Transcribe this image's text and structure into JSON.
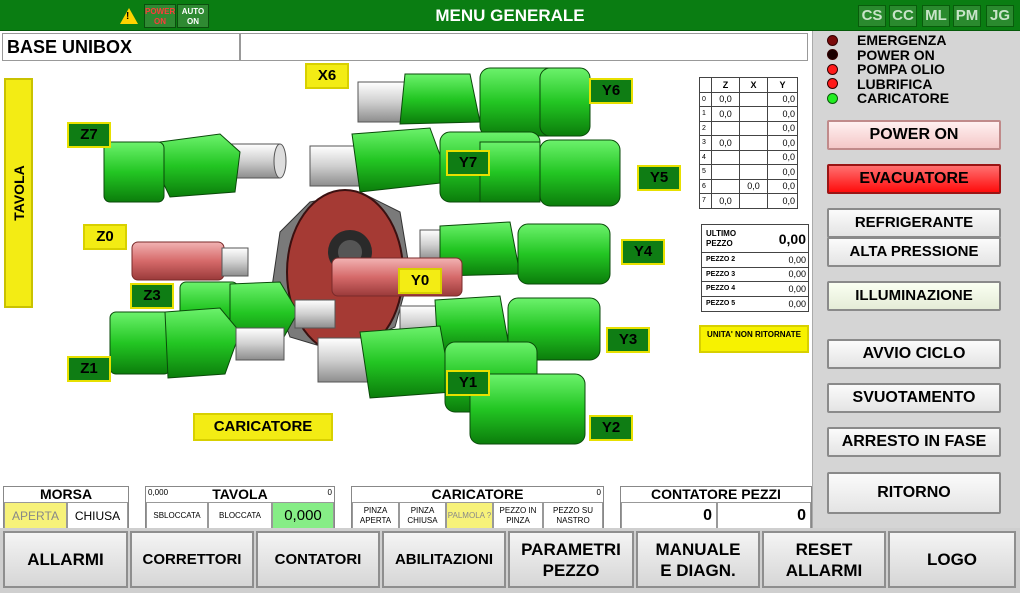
{
  "topbar": {
    "title": "MENU GENERALE",
    "warning_symbol": "!",
    "indicators": [
      {
        "line1": "POWER",
        "line2": "ON",
        "color": "#ff3a3a"
      },
      {
        "line1": "AUTO",
        "line2": "ON",
        "color": "#ffffff"
      }
    ],
    "users": [
      "CS",
      "CC",
      "ML",
      "PM",
      "JG"
    ],
    "background": "#0a7d12"
  },
  "machine": {
    "name": "BASE UNIBOX"
  },
  "tavola_tab": "TAVOLA",
  "axes": {
    "X6": "X6",
    "Y6": "Y6",
    "Z7": "Z7",
    "Y7": "Y7",
    "Y5": "Y5",
    "Z0": "Z0",
    "Y4": "Y4",
    "Y0": "Y0",
    "Z3": "Z3",
    "Y3": "Y3",
    "Z1": "Z1",
    "Y1": "Y1",
    "Y2": "Y2"
  },
  "caricatore_label": "CARICATORE",
  "coord_table": {
    "headers": [
      "",
      "Z",
      "X",
      "Y"
    ],
    "rows": [
      {
        "n": "0",
        "z": "0,0",
        "x": "",
        "y": "0,0"
      },
      {
        "n": "1",
        "z": "0,0",
        "x": "",
        "y": "0,0"
      },
      {
        "n": "2",
        "z": "",
        "x": "",
        "y": "0,0"
      },
      {
        "n": "3",
        "z": "0,0",
        "x": "",
        "y": "0,0"
      },
      {
        "n": "4",
        "z": "",
        "x": "",
        "y": "0,0"
      },
      {
        "n": "5",
        "z": "",
        "x": "",
        "y": "0,0"
      },
      {
        "n": "6",
        "z": "",
        "x": "0,0",
        "y": "0,0"
      },
      {
        "n": "7",
        "z": "0,0",
        "x": "",
        "y": "0,0"
      }
    ]
  },
  "pezzi": {
    "ultimo_label": "ULTIMO PEZZO",
    "ultimo_value": "0,00",
    "rows": [
      {
        "label": "PEZZO 2",
        "value": "0,00"
      },
      {
        "label": "PEZZO 3",
        "value": "0,00"
      },
      {
        "label": "PEZZO 4",
        "value": "0,00"
      },
      {
        "label": "PEZZO 5",
        "value": "0,00"
      }
    ]
  },
  "unita_non_ritornate": "UNITA' NON RITORNATE",
  "legend": [
    {
      "label": "EMERGENZA",
      "color": "#7a0a0a"
    },
    {
      "label": "POWER ON",
      "color": "#1a0000"
    },
    {
      "label": "POMPA OLIO",
      "color": "#ff1a1a"
    },
    {
      "label": "LUBRIFICA",
      "color": "#ff1a1a"
    },
    {
      "label": "CARICATORE",
      "color": "#22ee22"
    }
  ],
  "right_buttons": {
    "power_on": "POWER ON",
    "evacuatore": "EVACUATORE",
    "refrigerante": "REFRIGERANTE",
    "alta_pressione": "ALTA PRESSIONE",
    "illuminazione": "ILLUMINAZIONE",
    "avvio_ciclo": "AVVIO CICLO",
    "svuotamento": "SVUOTAMENTO",
    "arresto_in_fase": "ARRESTO IN FASE",
    "ritorno": "RITORNO"
  },
  "morsa": {
    "title": "MORSA",
    "aperta": "APERTA",
    "chiusa": "CHIUSA"
  },
  "tavola": {
    "title": "TAVOLA",
    "corner_left": "0,000",
    "corner_right": "0",
    "sbloccata": "SBLOCCATA",
    "bloccata": "BLOCCATA",
    "value": "0,000"
  },
  "caricatore": {
    "title": "CARICATORE",
    "corner_right": "0",
    "cells": [
      "PINZA APERTA",
      "PINZA CHIUSA",
      "PALMOLA ?",
      "PEZZO IN PINZA",
      "PEZZO SU NASTRO"
    ]
  },
  "contatore": {
    "title": "CONTATORE PEZZI",
    "value1": "0",
    "value2": "0"
  },
  "nav": {
    "allarmi": "ALLARMI",
    "correttori": "CORRETTORI",
    "contatori": "CONTATORI",
    "abilitazioni": "ABILITAZIONI",
    "parametri_pezzo": "PARAMETRI PEZZO",
    "manuale_diagn": "MANUALE E DIAGN.",
    "reset_allarmi": "RESET ALLARMI",
    "logo": "LOGO"
  }
}
